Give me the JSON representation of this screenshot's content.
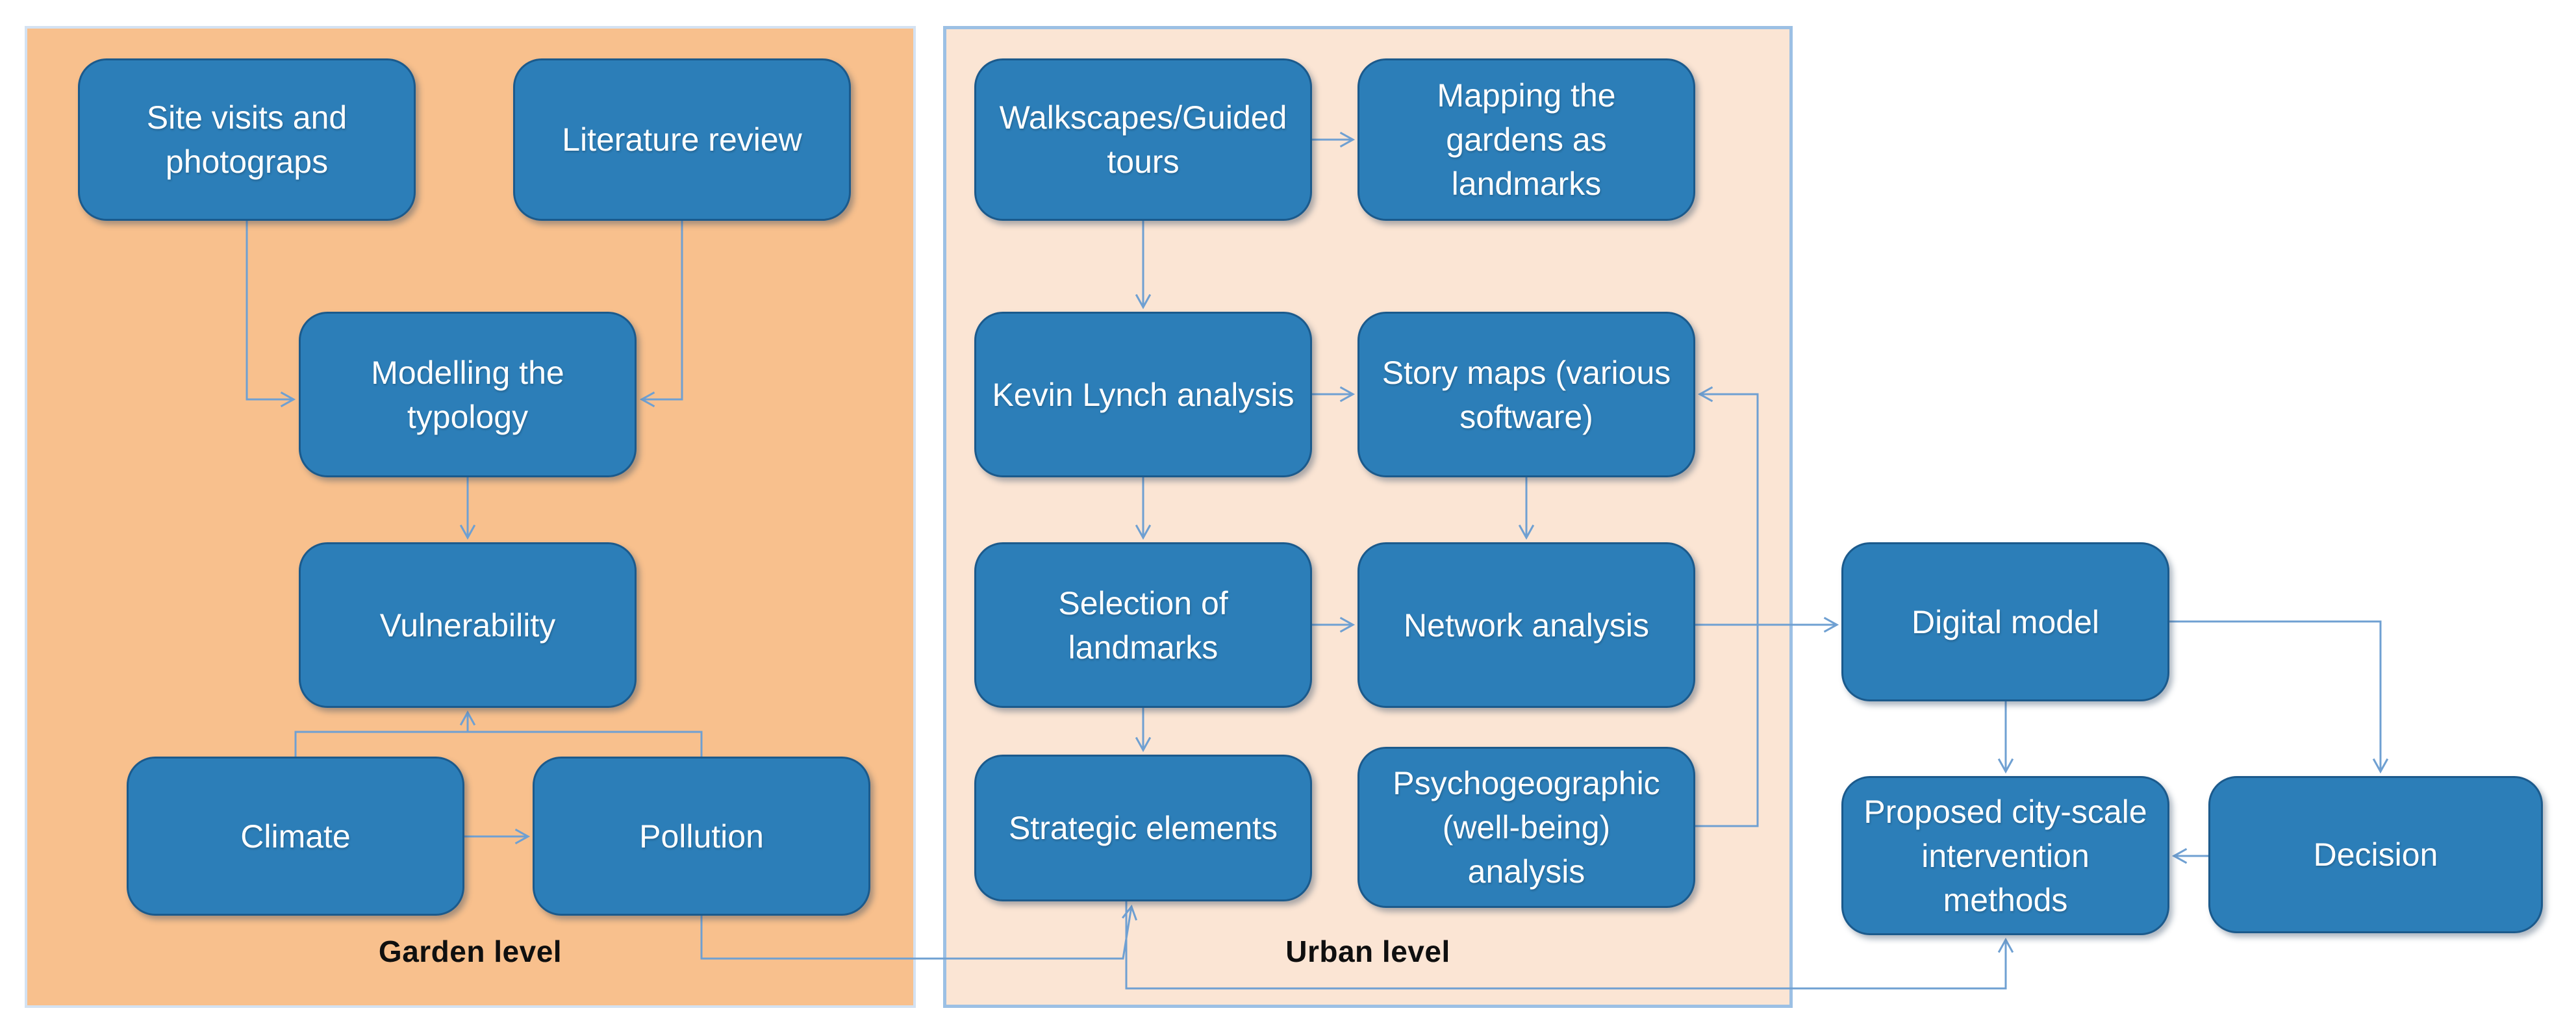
{
  "diagram": {
    "panels": [
      {
        "id": "garden",
        "label": "Garden level"
      },
      {
        "id": "urban",
        "label": "Urban level"
      }
    ],
    "nodes": [
      {
        "id": "site_visits",
        "group": "garden",
        "label": "Site visits and\nphotograps"
      },
      {
        "id": "literature",
        "group": "garden",
        "label": "Literature review"
      },
      {
        "id": "modelling",
        "group": "garden",
        "label": "Modelling the\ntypology"
      },
      {
        "id": "vulnerability",
        "group": "garden",
        "label": "Vulnerability"
      },
      {
        "id": "climate",
        "group": "garden",
        "label": "Climate"
      },
      {
        "id": "pollution",
        "group": "garden",
        "label": "Pollution"
      },
      {
        "id": "walkscapes",
        "group": "urban",
        "label": "Walkscapes/Guided\ntours"
      },
      {
        "id": "mapping",
        "group": "urban",
        "label": "Mapping the\ngardens as\nlandmarks"
      },
      {
        "id": "kevin_lynch",
        "group": "urban",
        "label": "Kevin Lynch analysis"
      },
      {
        "id": "story_maps",
        "group": "urban",
        "label": "Story maps (various\nsoftware)"
      },
      {
        "id": "selection",
        "group": "urban",
        "label": "Selection of\nlandmarks"
      },
      {
        "id": "network",
        "group": "urban",
        "label": "Network analysis"
      },
      {
        "id": "strategic",
        "group": "urban",
        "label": "Strategic elements"
      },
      {
        "id": "psychogeo",
        "group": "urban",
        "label": "Psychogeographic\n(well-being)\nanalysis"
      },
      {
        "id": "digital",
        "group": "outside",
        "label": "Digital model"
      },
      {
        "id": "proposed",
        "group": "outside",
        "label": "Proposed city-scale\nintervention\nmethods"
      },
      {
        "id": "decision",
        "group": "outside",
        "label": "Decision"
      }
    ],
    "edges": [
      {
        "from": "site_visits",
        "to": "modelling"
      },
      {
        "from": "literature",
        "to": "modelling"
      },
      {
        "from": "modelling",
        "to": "vulnerability"
      },
      {
        "from": "climate",
        "to": "vulnerability"
      },
      {
        "from": "pollution",
        "to": "vulnerability"
      },
      {
        "from": "climate",
        "to": "pollution"
      },
      {
        "from": "pollution",
        "to": "strategic"
      },
      {
        "from": "walkscapes",
        "to": "mapping"
      },
      {
        "from": "walkscapes",
        "to": "kevin_lynch"
      },
      {
        "from": "kevin_lynch",
        "to": "story_maps"
      },
      {
        "from": "kevin_lynch",
        "to": "selection"
      },
      {
        "from": "story_maps",
        "to": "network"
      },
      {
        "from": "selection",
        "to": "network"
      },
      {
        "from": "selection",
        "to": "strategic"
      },
      {
        "from": "network",
        "to": "digital"
      },
      {
        "from": "psychogeo",
        "to": "story_maps"
      },
      {
        "from": "strategic",
        "to": "proposed"
      },
      {
        "from": "digital",
        "to": "proposed"
      },
      {
        "from": "digital",
        "to": "decision"
      },
      {
        "from": "decision",
        "to": "proposed"
      }
    ],
    "colors": {
      "node_fill": "#2C7EB8",
      "node_border": "#1B5A8C",
      "node_text": "#FFFFFF",
      "garden_fill": "#F8C08D",
      "garden_border": "#D4E2F2",
      "urban_fill": "#FBE5D4",
      "urban_border": "#9CC0E4",
      "connector": "#6FA0D2",
      "label_color": "#0F0F0F"
    }
  }
}
